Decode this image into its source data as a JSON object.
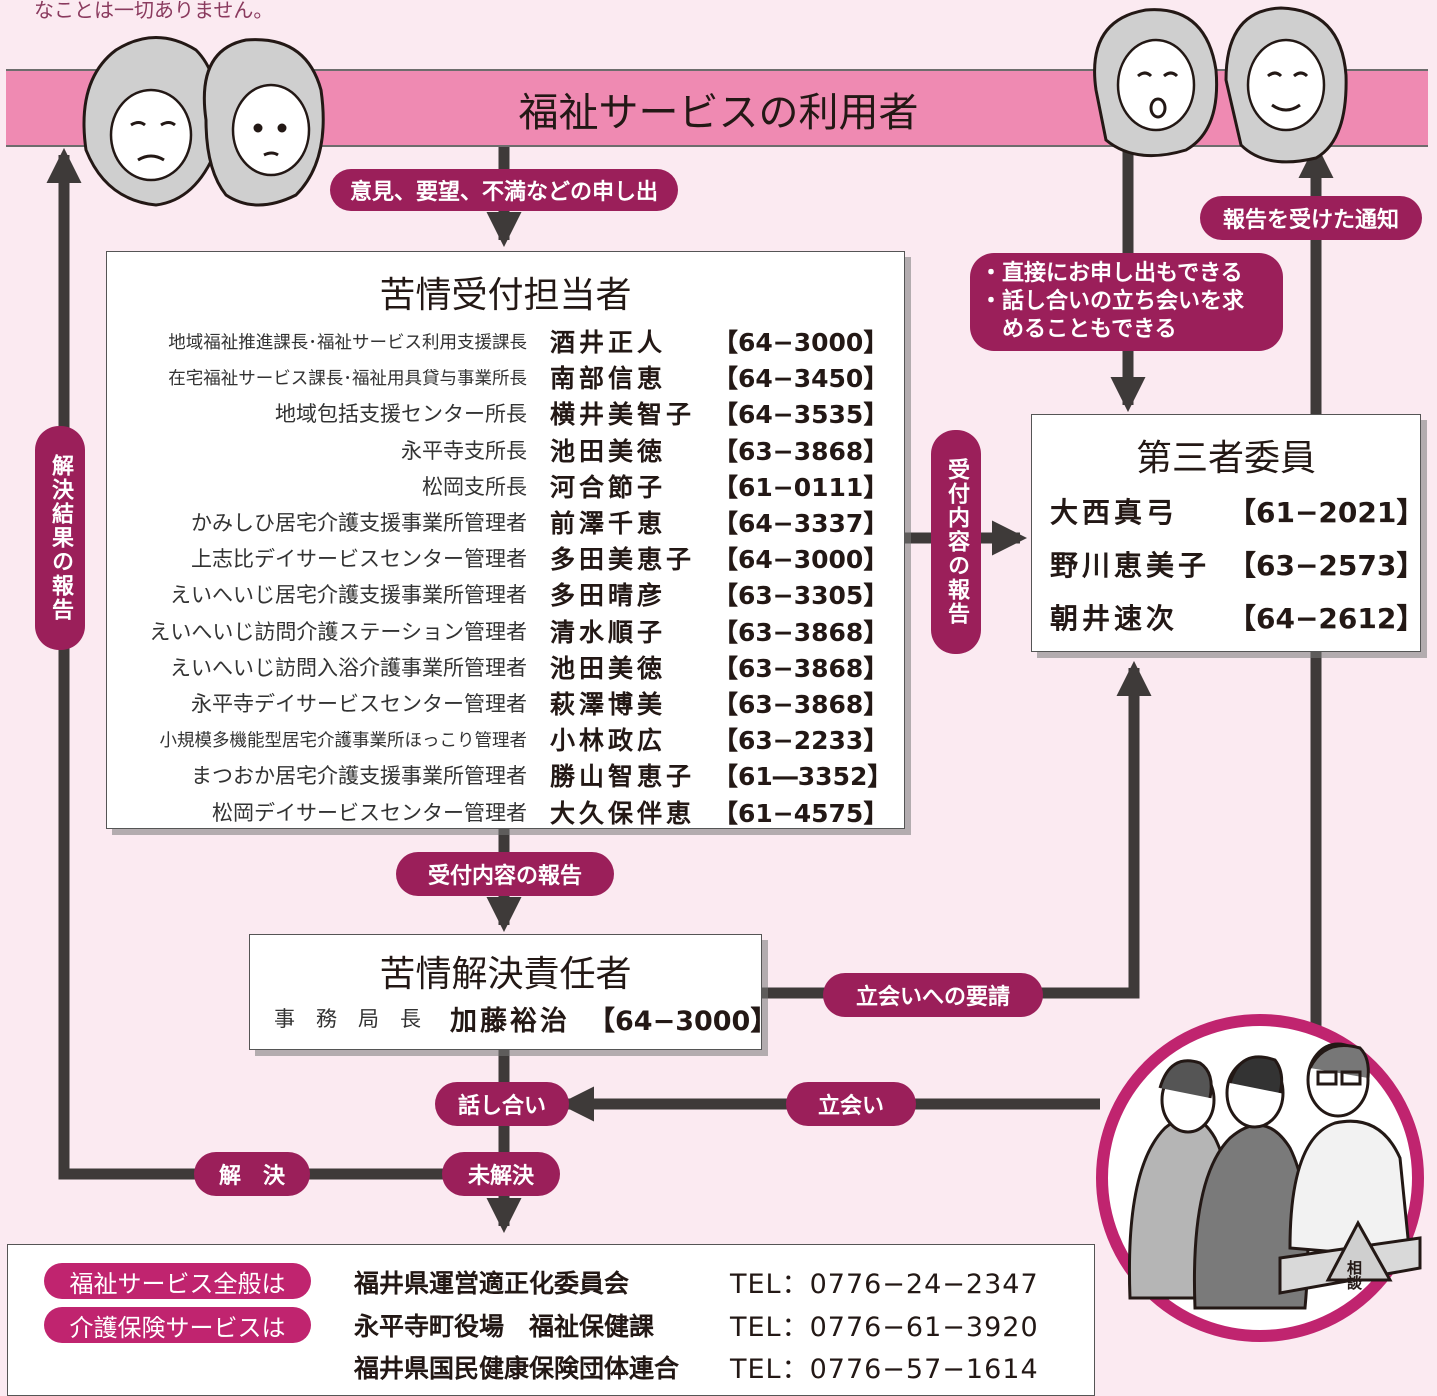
{
  "intro_tail": "なことは一切ありません。",
  "header": {
    "title": "福祉サービスの利用者"
  },
  "labels": {
    "complaint_submission": "意見、要望、不満などの申し出",
    "report_notice": "報告を受けた通知",
    "direct_options": [
      "・直接にお申し出もできる",
      "・話し合いの立ち会いを求",
      "　めることもできる"
    ],
    "receipt_report_vertical": "受付内容の報告",
    "resolution_report_vertical": "解決結果の報告",
    "receipt_report": "受付内容の報告",
    "attendance_request": "立会いへの要請",
    "discussion": "話し合い",
    "attendance": "立会い",
    "resolved": "解　決",
    "unresolved": "未解決",
    "consultation_sign": "相談"
  },
  "reception": {
    "title": "苦情受付担当者",
    "rows": [
      {
        "role": "地域福祉推進課長･福祉サービス利用支援課長",
        "name": "酒井正人",
        "tel": "【64−3000】"
      },
      {
        "role": "在宅福祉サービス課長･福祉用具貸与事業所長",
        "name": "南部信恵",
        "tel": "【64−3450】"
      },
      {
        "role": "地域包括支援センター所長",
        "name": "横井美智子",
        "tel": "【64−3535】"
      },
      {
        "role": "永平寺支所長",
        "name": "池田美徳",
        "tel": "【63−3868】"
      },
      {
        "role": "松岡支所長",
        "name": "河合節子",
        "tel": "【61−0111】"
      },
      {
        "role": "かみしひ居宅介護支援事業所管理者",
        "name": "前澤千恵",
        "tel": "【64−3337】"
      },
      {
        "role": "上志比デイサービスセンター管理者",
        "name": "多田美恵子",
        "tel": "【64−3000】"
      },
      {
        "role": "えいへいじ居宅介護支援事業所管理者",
        "name": "多田晴彦",
        "tel": "【63−3305】"
      },
      {
        "role": "えいへいじ訪問介護ステーション管理者",
        "name": "清水順子",
        "tel": "【63−3868】"
      },
      {
        "role": "えいへいじ訪問入浴介護事業所管理者",
        "name": "池田美徳",
        "tel": "【63−3868】"
      },
      {
        "role": "永平寺デイサービスセンター管理者",
        "name": "萩澤博美",
        "tel": "【63−3868】"
      },
      {
        "role": "小規模多機能型居宅介護事業所ほっこり管理者",
        "name": "小林政広",
        "tel": "【63−2233】"
      },
      {
        "role": "まつおか居宅介護支援事業所管理者",
        "name": "勝山智恵子",
        "tel": "【61―3352】"
      },
      {
        "role": "松岡デイサービスセンター管理者",
        "name": "大久保伴恵",
        "tel": "【61−4575】"
      }
    ]
  },
  "third_party": {
    "title": "第三者委員",
    "rows": [
      {
        "name": "大西真弓",
        "tel": "【61−2021】"
      },
      {
        "name": "野川恵美子",
        "tel": "【63−2573】"
      },
      {
        "name": "朝井速次",
        "tel": "【64−2612】"
      }
    ]
  },
  "resolver": {
    "title": "苦情解決責任者",
    "role": "事　務　局　長",
    "name": "加藤裕治",
    "tel": "【64−3000】"
  },
  "footer": {
    "tags": [
      "福祉サービス全般は",
      "介護保険サービスは"
    ],
    "contacts": [
      {
        "org": "福井県運営適正化委員会",
        "tel": "TEL：0776−24−2347"
      },
      {
        "org": "永平寺町役場　福祉保健課",
        "tel": "TEL：0776−61−3920"
      },
      {
        "org": "福井県国民健康保険団体連合",
        "tel": "TEL：0776−57−1614"
      }
    ]
  },
  "colors": {
    "background": "#fbeaf1",
    "band": "#ef8ab2",
    "label": "#9b1f5a",
    "footer_tag": "#c0246f",
    "arrow": "#3e3a39"
  }
}
